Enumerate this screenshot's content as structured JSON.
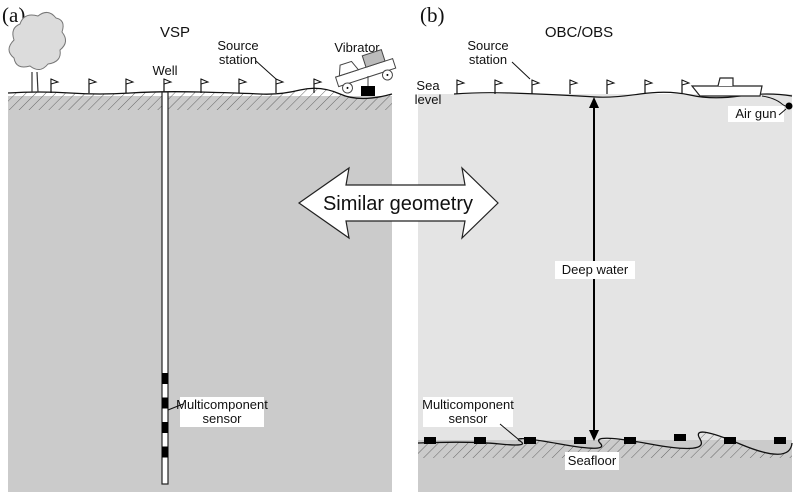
{
  "panels": {
    "a": {
      "label": "(a)",
      "title": "VSP",
      "well_label": "Well",
      "source_label_line1": "Source",
      "source_label_line2": "station",
      "vibrator_label": "Vibrator",
      "sensor_label_line1": "Multicomponent",
      "sensor_label_line2": "sensor",
      "flag_count": 8,
      "sensor_count": 4
    },
    "b": {
      "label": "(b)",
      "title": "OBC/OBS",
      "source_label_line1": "Source",
      "source_label_line2": "station",
      "sea_label_line1": "Sea",
      "sea_label_line2": "level",
      "airgun_label": "Air gun",
      "depth_label": "Deep water",
      "sensor_label_line1": "Multicomponent",
      "sensor_label_line2": "sensor",
      "seafloor_label": "Seafloor",
      "flag_count": 7,
      "sensor_count": 8
    }
  },
  "center_arrow": {
    "label": "Similar geometry"
  },
  "colors": {
    "land_fill": "#cbcbcb",
    "water_fill": "#e4e4e4",
    "seabed_fill": "#cbcbcb",
    "ink": "#111111",
    "tree_fill": "#d8d8d8"
  }
}
